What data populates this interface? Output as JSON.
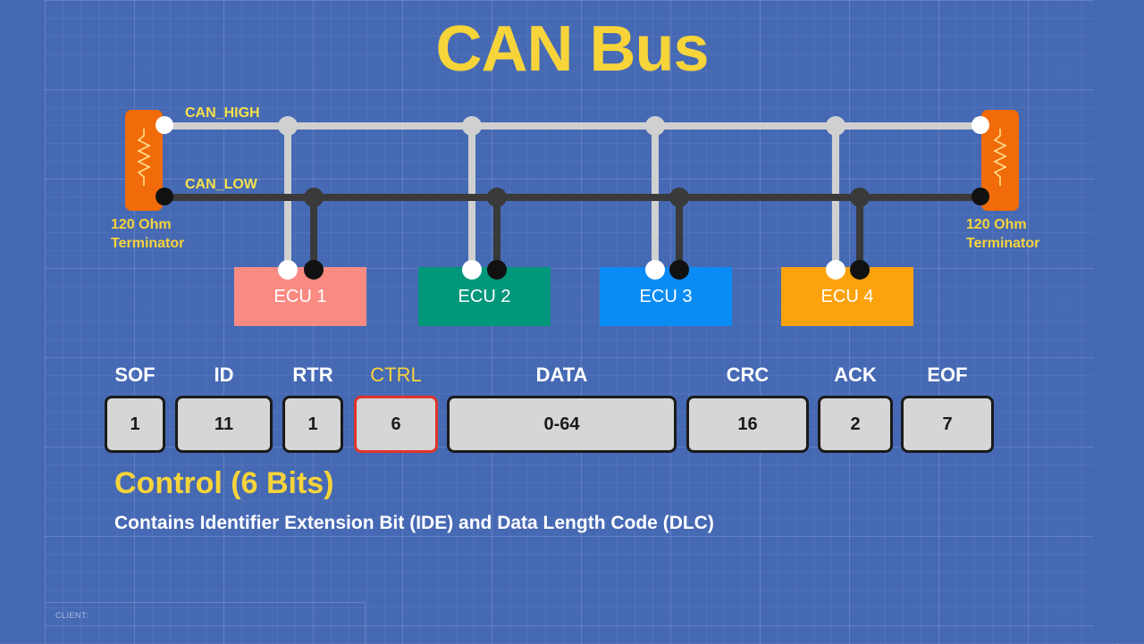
{
  "title": "CAN Bus",
  "wires": {
    "high_label": "CAN_HIGH",
    "low_label": "CAN_LOW"
  },
  "terminators": {
    "left": [
      "120 Ohm",
      "Terminator"
    ],
    "right": [
      "120 Ohm",
      "Terminator"
    ]
  },
  "ecus": [
    {
      "label": "ECU 1",
      "color": "#fa8b83"
    },
    {
      "label": "ECU 2",
      "color": "#00977b"
    },
    {
      "label": "ECU 3",
      "color": "#0a8cf5"
    },
    {
      "label": "ECU 4",
      "color": "#fca20c"
    }
  ],
  "frame_fields": [
    {
      "name": "SOF",
      "bits": "1"
    },
    {
      "name": "ID",
      "bits": "11"
    },
    {
      "name": "RTR",
      "bits": "1"
    },
    {
      "name": "CTRL",
      "bits": "6",
      "active": true
    },
    {
      "name": "DATA",
      "bits": "0-64"
    },
    {
      "name": "CRC",
      "bits": "16"
    },
    {
      "name": "ACK",
      "bits": "2"
    },
    {
      "name": "EOF",
      "bits": "7"
    }
  ],
  "section": {
    "title": "Control (6 Bits)",
    "description": "Contains Identifier Extension Bit (IDE) and Data Length Code (DLC)"
  },
  "client_label": "CLIENT:",
  "colors": {
    "accent": "#f6d43a",
    "can_high_wire": "#d0d0d0",
    "can_low_wire": "#3a3a3a",
    "terminator": "#f26b0a",
    "active_border": "#e0352b"
  }
}
